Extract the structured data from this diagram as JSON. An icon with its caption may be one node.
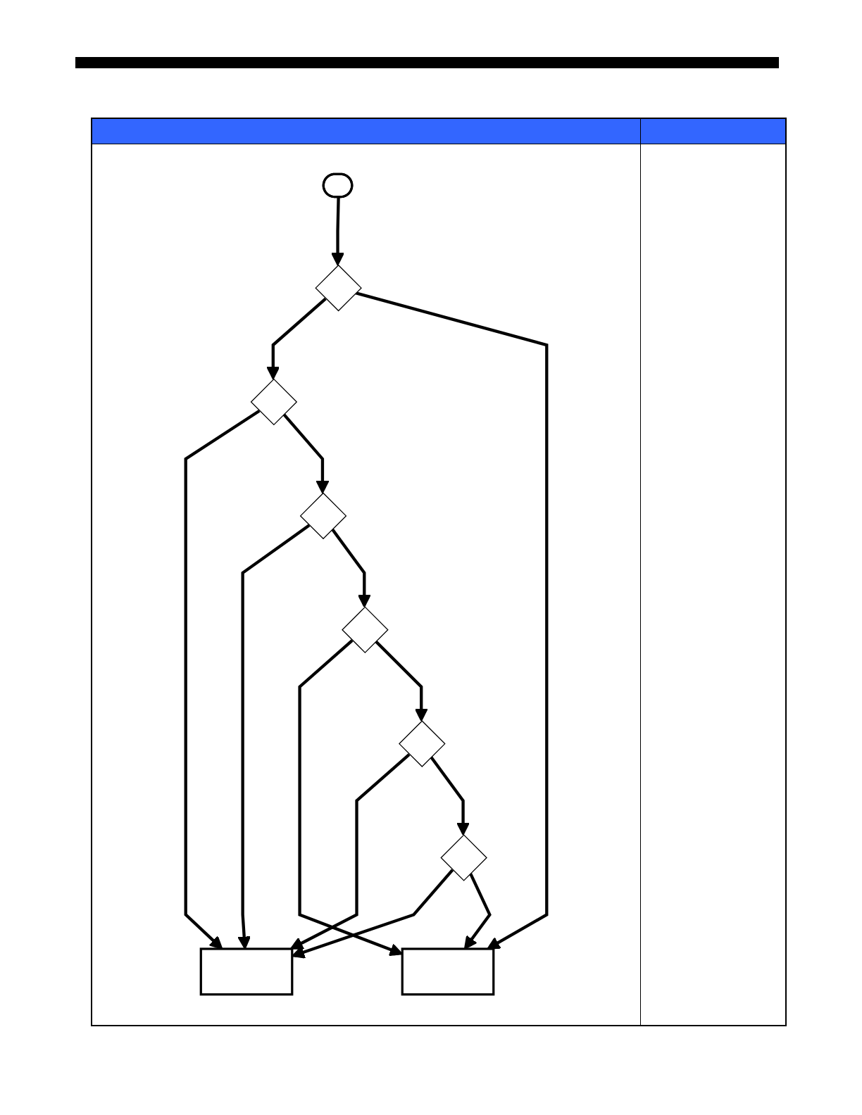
{
  "diagram": {
    "nodes": [
      {
        "text": [],
        "shape": "stadium"
      },
      {
        "text": [],
        "shape": "diamond"
      },
      {
        "text": [],
        "shape": "diamond"
      },
      {
        "text": [],
        "shape": "diamond"
      },
      {
        "text": [],
        "shape": "diamond"
      },
      {
        "text": [],
        "shape": "diamond"
      },
      {
        "text": [],
        "shape": "diamond"
      },
      {
        "text": [],
        "shape": "box"
      },
      {
        "text": [],
        "shape": "box"
      }
    ],
    "edges": [
      {
        "from": 0,
        "to": 1,
        "arrow": "to"
      },
      {
        "from": 1,
        "to": 2,
        "arrow": "to"
      },
      {
        "from": 1,
        "to": 8,
        "arrow": "to"
      },
      {
        "from": 2,
        "to": 7,
        "arrow": "to"
      },
      {
        "from": 2,
        "to": 3,
        "arrow": "to"
      },
      {
        "from": 3,
        "to": 7,
        "arrow": "to"
      },
      {
        "from": 3,
        "to": 4,
        "arrow": "to"
      },
      {
        "from": 4,
        "to": 8,
        "arrow": "to"
      },
      {
        "from": 4,
        "to": 5,
        "arrow": "to"
      },
      {
        "from": 5,
        "to": 7,
        "arrow": "to"
      },
      {
        "from": 5,
        "to": 6,
        "arrow": "to"
      },
      {
        "from": 6,
        "to": 7,
        "arrow": "to"
      },
      {
        "from": 6,
        "to": 8,
        "arrow": "to"
      }
    ]
  }
}
